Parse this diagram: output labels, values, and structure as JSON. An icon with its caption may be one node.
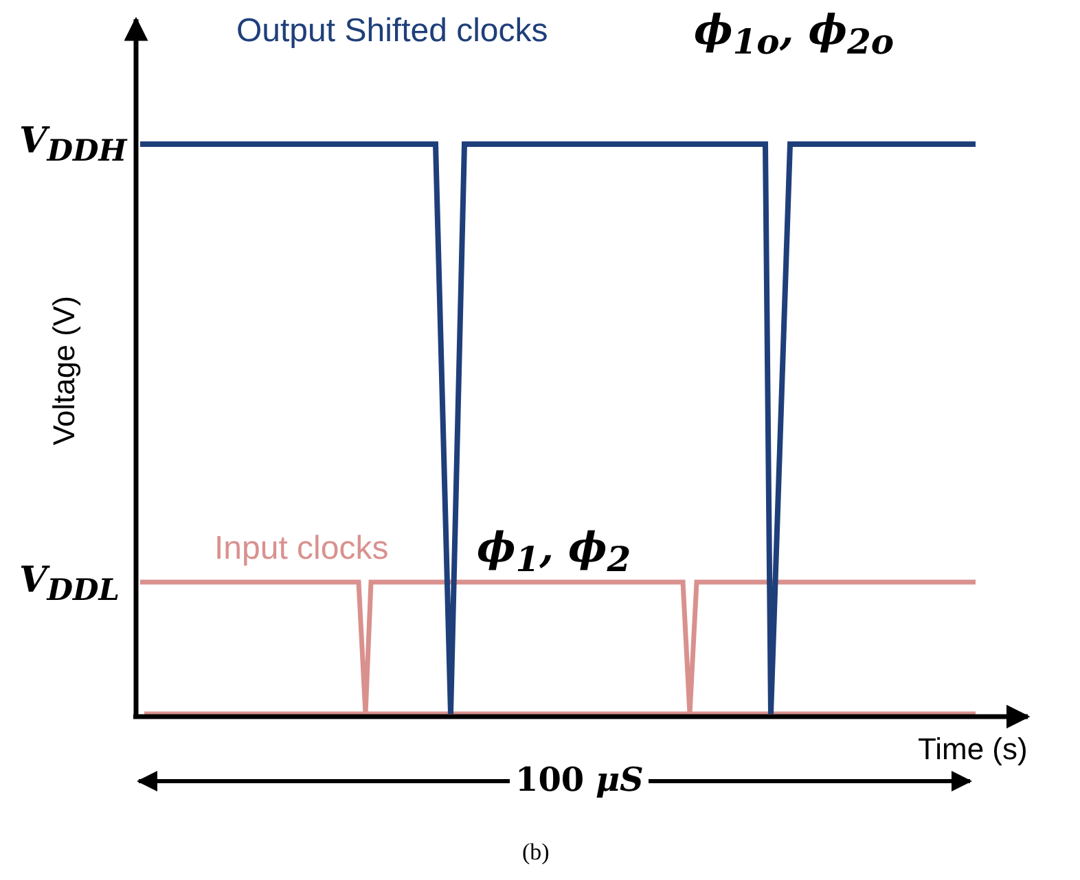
{
  "diagram": {
    "caption": "(b)",
    "labels": [
      "Output Shifted clocks",
      "ϕ$_{1o}$, ϕ$_{2o}$",
      "V$_{DDH}$",
      "Voltage (V)",
      "Input clocks",
      "ϕ$_{1}$, ϕ$_{2}$",
      "V$_{DDL}$",
      "Time (s)",
      "100 *μS*"
    ]
  }
}
